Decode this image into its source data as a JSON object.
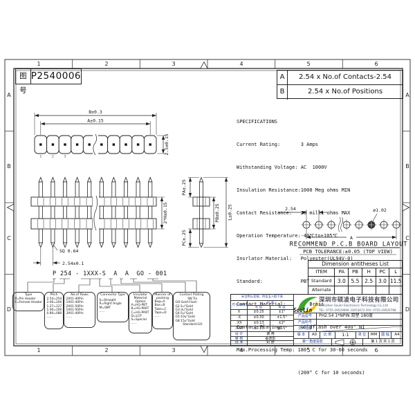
{
  "sheet": {
    "ruler_top": [
      "1",
      "2",
      "3",
      "4",
      "5",
      "6"
    ],
    "ruler_side": [
      "A",
      "B",
      "C",
      "D"
    ]
  },
  "header": {
    "doc_label": "图 号",
    "doc_number": "P2540006"
  },
  "formulas": [
    {
      "key": "A",
      "value": "2.54 x No.of Contacts-2.54"
    },
    {
      "key": "B",
      "value": "2.54 x No.of Positions"
    }
  ],
  "specs": {
    "title": "SPECIFICATIONS",
    "lines": [
      "Current Rating:       3 Amps",
      "Withstanding Voltage: AC  1000V",
      "Insulation Resistance:1000 Meg ohms MIN",
      "Contact Resistance:   20 milli ohms MAX",
      "Operation Temperature:-40℃to+105℃",
      "Insrlator Material:   Polyester(UL94V-0)",
      "Standard:             PBT",
      "Contact Material:        Brass",
      "Contact Plating:      Goldflash over 40u\" Ni",
      "Max.Processing Temp: 180° C for 30-60 seconds",
      "                     (200° C for 10 seconds)"
    ]
  },
  "views": {
    "top": {
      "dim_outer": "B±0.3",
      "dim_inner": "A±0.15",
      "dim_height": "2.5±0.15",
      "pin_labels": [
        "1",
        "2",
        "3"
      ]
    },
    "front": {
      "dim_body": "2*H±0.15",
      "dim_sq": "SQ 0.64",
      "dim_pitch": "2.54±0.1"
    },
    "end": {
      "dim_pa": "PA±.25",
      "dim_pc": "PC±.25",
      "dim_pb": "PB±0.25",
      "dim_l": "L±0.25"
    },
    "pcb": {
      "dim_pitch": "2.54",
      "dim_hole": "ø1.02",
      "dim_span": "A",
      "title": "RECOMMEND P.C.B BOARD LAYOUT",
      "tolerance": "PCB TOLERANCE:±0.05 (TOP VIEW)"
    }
  },
  "dim_table": {
    "title": "Dimension antitheses List",
    "headers": [
      "ITEM",
      "PA",
      "PB",
      "H",
      "PC",
      "L"
    ],
    "rows": [
      {
        "label": "Standard",
        "values": [
          "3.0",
          "5.5",
          "2.5",
          "3.0",
          "11.5"
        ]
      },
      {
        "label": "Alternate",
        "values": [
          "",
          "",
          "",
          "",
          ""
        ]
      }
    ]
  },
  "ordering": {
    "code": "P 254 - 1XXX-S  A  A  GO - 001",
    "boxes": [
      {
        "title": "Type",
        "lines": [
          "P=Pin Header",
          "F=Female Header",
          "",
          ""
        ]
      },
      {
        "title": "Pitch",
        "lines": [
          "2.54=254",
          "2.00=200",
          "1.27=127",
          "1.00=100",
          "0.80=080",
          "......"
        ]
      },
      {
        "title": "No.of Rows",
        "lines": [
          "2X01-40Pin",
          "1X01-40Pin",
          "2X01-50Pin",
          "1X01-50Pin",
          "3X01-40Pin",
          "......"
        ]
      },
      {
        "title": "Connector Type",
        "lines": [
          "S=Straight",
          "R=Right Angle",
          "M=SMT",
          "......",
          "",
          ""
        ]
      },
      {
        "title": "Insulator Material Option",
        "lines": [
          "A=HG-PBT",
          "B=HG-PA6T",
          "C=HG-PA9T",
          "D=LCP",
          "S=Special",
          "......"
        ]
      },
      {
        "title": "Manner of packing",
        "lines": [
          "Bag=A",
          "Box=B",
          "Tube=C",
          "Tape=D",
          "......",
          ""
        ]
      },
      {
        "title": "Contact Plating",
        "lines": [
          "SN:Tin",
          "GO:Gold Flash",
          "G2:1u\"Gold",
          "G3:3u\"Gold",
          "G4:5u\"Gold",
          "G5:10u\"Gold",
          "G8:15u\"Gold",
          "Standard:GO"
        ]
      }
    ]
  },
  "title_block": {
    "tolerance_note": "未注明公差按，四舍五入取下表",
    "tolerance": {
      "dim_header": "尺寸(MM)",
      "tol_header": "公 差",
      "len_header": "长 度",
      "ang_header": "角 度",
      "rows": [
        {
          "dim": "X",
          "len": "±0.25",
          "ang": "±1°"
        },
        {
          "dim": ".X",
          "len": "±0.30",
          "ang": "±1.5°"
        },
        {
          "dim": ".XX",
          "len": "±0.13",
          "ang": "±2°"
        },
        {
          "dim": ".XXX",
          "len": "±0.10",
          "ang": "±0.5°"
        }
      ]
    },
    "signers": [
      {
        "label": "设 计",
        "value": "谢 用"
      },
      {
        "label": "审 核",
        "value": "蔡逸彭"
      },
      {
        "label": "批 准",
        "value": "封 野"
      }
    ],
    "company": {
      "logo_text": "Soulin",
      "name_cn": "深圳市硕凌电子科技有限公司",
      "name_en": "Shenzhen Soulin Electronics Technology Co.,Ltd",
      "tel": "TEL: 0755-29529696 33053672   FAX: 0755-29520798"
    },
    "fields": [
      {
        "label": "产品型号",
        "value": "PH2.54 1*NPIN 双塑 180度"
      },
      {
        "label": "产品料号",
        "value": ""
      },
      {
        "label": "文件位置",
        "value": ""
      }
    ],
    "meta": {
      "version_label": "版 本",
      "version": "A0",
      "scale_label": "比 例",
      "scale": "1:1",
      "unit_label": "单 位",
      "unit": "MM",
      "size_label": "图 幅",
      "size": "A4"
    },
    "projection_label": "第一角度投影",
    "page_label": "第 1 页 共 1 页"
  }
}
